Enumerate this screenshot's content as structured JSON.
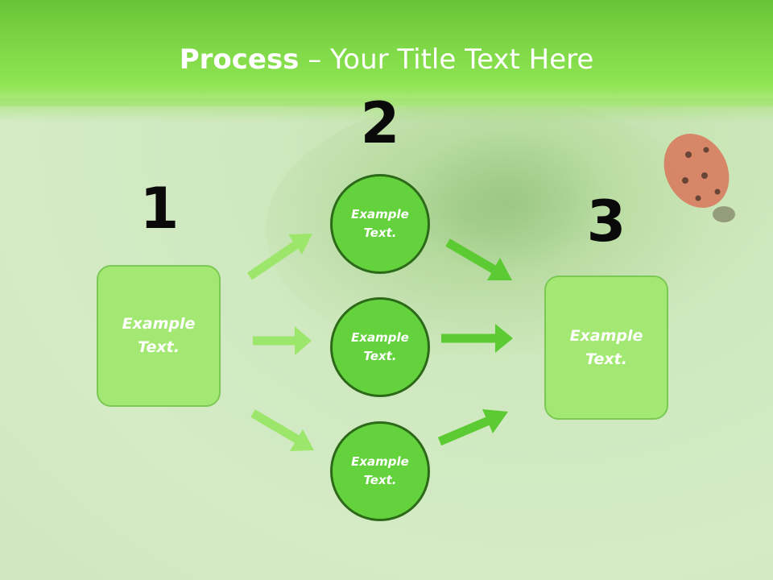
{
  "slide": {
    "title_bold": "Process",
    "title_rest": " – Your Title Text Here"
  },
  "steps": [
    {
      "number": "1",
      "label": "Example Text."
    },
    {
      "number": "2",
      "labels": [
        "Example Text.",
        "Example Text.",
        "Example Text."
      ]
    },
    {
      "number": "3",
      "label": "Example Text."
    }
  ],
  "colors": {
    "header": "#7fd847",
    "box_fill": "#a3e873",
    "circle_fill": "#63d23d",
    "circle_border": "#2c6a19",
    "arrow_light": "#9de66c",
    "arrow_dark": "#5ccb33"
  }
}
